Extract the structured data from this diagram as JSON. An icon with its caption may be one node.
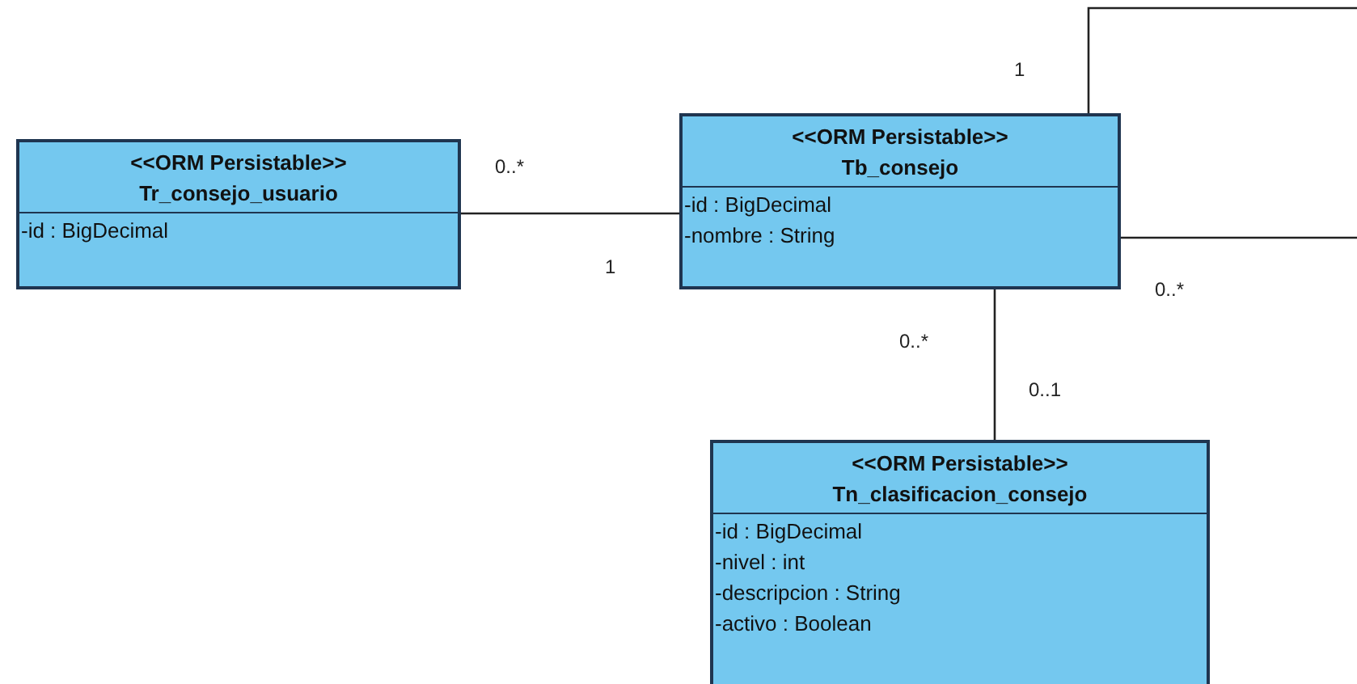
{
  "diagram": {
    "nodes": [
      {
        "text": [
          "<<ORM Persistable>>",
          "Tr_consejo_usuario",
          "-id : BigDecimal"
        ]
      },
      {
        "text": [
          "<<ORM Persistable>>",
          "Tb_consejo",
          "-id : BigDecimal",
          "-nombre : String"
        ]
      },
      {
        "text": [
          "<<ORM Persistable>>",
          "Tn_clasificacion_consejo",
          "-id : BigDecimal",
          "-nivel : int",
          "-descripcion : String",
          "-activo : Boolean"
        ]
      }
    ],
    "edges": [
      {
        "from": 0,
        "to": 1,
        "arrow": "none"
      },
      {
        "from": 1,
        "to": 1,
        "arrow": "none"
      },
      {
        "from": 1,
        "to": 2,
        "arrow": "none"
      }
    ],
    "labels": [
      "1",
      "0..*",
      "1",
      "0..*",
      "0..*",
      "0..1"
    ]
  }
}
